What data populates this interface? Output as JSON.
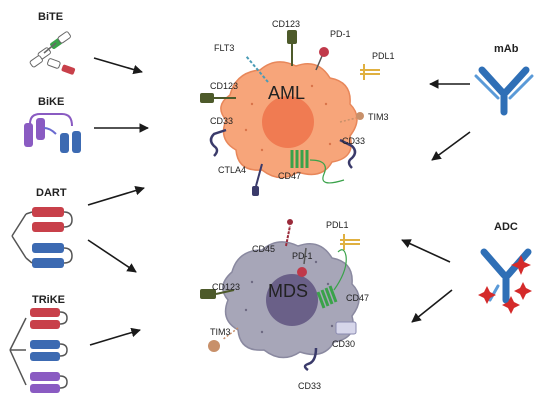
{
  "formats_left": {
    "bite": "BiTE",
    "bike": "BiKE",
    "dart": "DART",
    "trike": "TRiKE"
  },
  "formats_right": {
    "mab": "mAb",
    "adc": "ADC"
  },
  "aml": {
    "name": "AML",
    "color": "#f7a57a",
    "antigens": {
      "flt3": "FLT3",
      "cd123_top": "CD123",
      "pd1": "PD-1",
      "pdl1": "PDL1",
      "cd123_left": "CD123",
      "tim3": "TIM3",
      "cd33_left": "CD33",
      "cd33_right": "CD33",
      "ctla4": "CTLA4",
      "cd47": "CD47"
    }
  },
  "mds": {
    "name": "MDS",
    "color": "#a7a6b8",
    "antigens": {
      "cd45": "CD45",
      "pd1": "PD-1",
      "pdl1": "PDL1",
      "cd123": "CD123",
      "cd47": "CD47",
      "tim3": "TIM3",
      "cd30": "CD30",
      "cd33": "CD33"
    }
  },
  "colors": {
    "red_chain": "#c8404a",
    "green_chain": "#3aa24a",
    "purple_chain": "#8a5bc2",
    "blue_chain": "#3c6ab2",
    "antibody_blue": "#2f6fb6",
    "arrow": "#1a1a1a"
  }
}
